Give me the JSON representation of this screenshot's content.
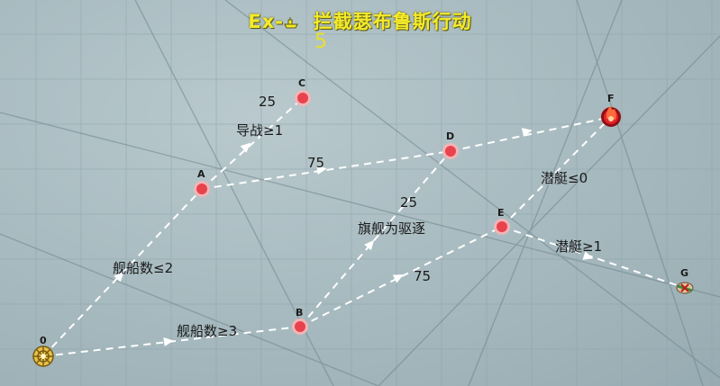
{
  "header": {
    "title_prefix": "Ex-",
    "title_main": "拦截瑟布鲁斯行动",
    "title_sub": "5"
  },
  "nodes": {
    "start": "0",
    "a": "A",
    "b": "B",
    "c": "C",
    "d": "D",
    "e": "E",
    "f": "F",
    "g": "G"
  },
  "edge_labels": {
    "a_c_weight": "25",
    "a_d_weight": "75",
    "b_d_weight": "25",
    "b_e_weight": "75"
  },
  "conditions": {
    "start_to_a": "舰船数≤2",
    "start_to_b": "舰船数≥3",
    "a_to_c": "导战≥1",
    "b_to_d": "旗舰为驱逐",
    "e_to_f": "潜艇≤0",
    "e_to_g": "潜艇≥1"
  },
  "colors": {
    "title": "#f4ea2a",
    "node_normal": "#e8434d",
    "node_boss": "#c8191e",
    "path": "#ffffff"
  }
}
